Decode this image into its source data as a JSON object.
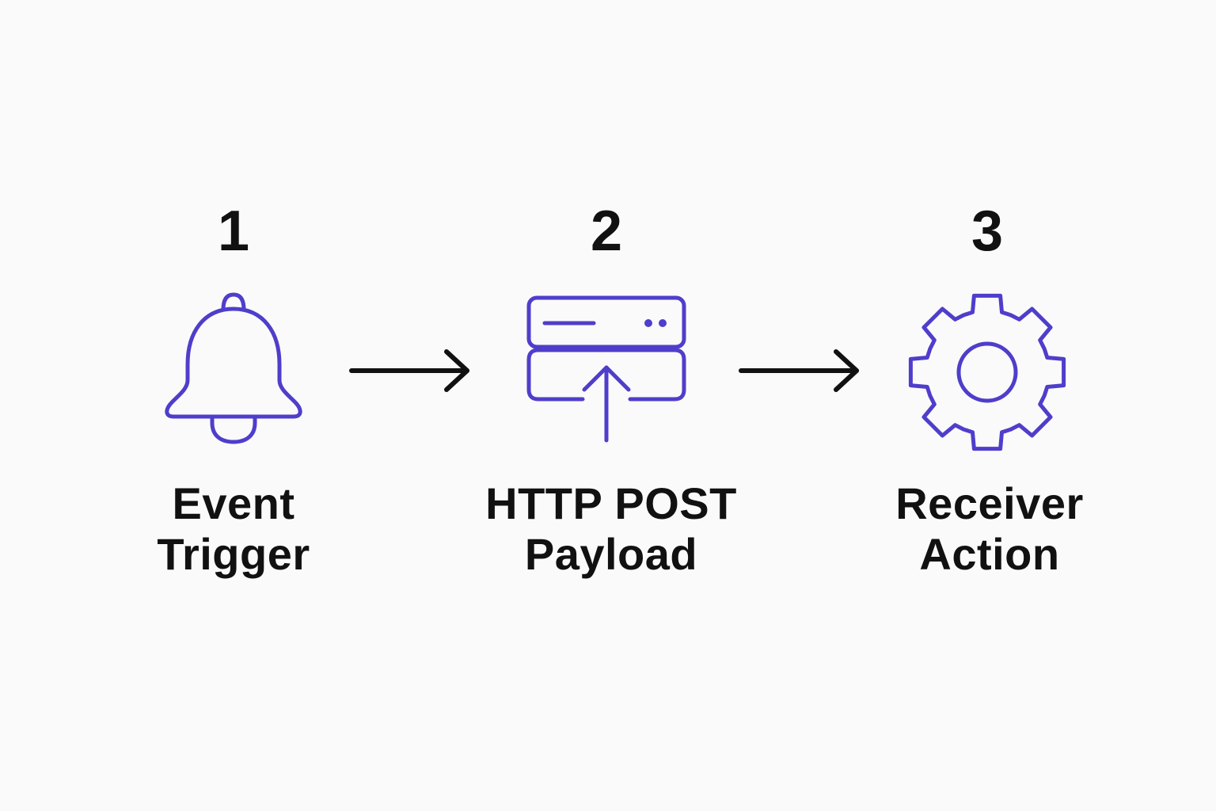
{
  "colors": {
    "icon": "#4f3ecb",
    "text": "#111111",
    "arrow": "#111111",
    "background": "#fafafa"
  },
  "steps": [
    {
      "number": "1",
      "icon": "bell-icon",
      "label_lines": [
        "Event",
        "Trigger"
      ]
    },
    {
      "number": "2",
      "icon": "server-upload-icon",
      "label_lines": [
        "HTTP POST",
        "Payload"
      ]
    },
    {
      "number": "3",
      "icon": "gear-icon",
      "label_lines": [
        "Receiver",
        "Action"
      ]
    }
  ],
  "connectors": [
    "arrow-right-icon",
    "arrow-right-icon"
  ]
}
